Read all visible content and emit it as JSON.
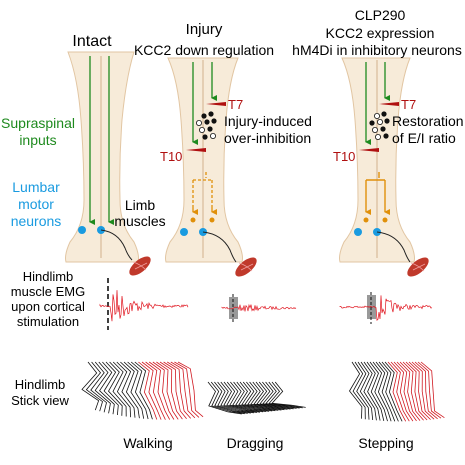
{
  "colors": {
    "cord": "#f7ebd9",
    "cord_edge": "#c9a27a",
    "descending": "#1e8a1e",
    "motor": "#1a9be0",
    "inhibitory": "#e0900a",
    "lesion": "#b01010",
    "muscle": "#c0392b",
    "emg": "#e0141e",
    "stick_dark": "#111111",
    "stick_red": "#d01820"
  },
  "columns": [
    {
      "id": "intact",
      "title_lines": [
        "Intact"
      ],
      "note_lines": [],
      "gait_label": "Walking"
    },
    {
      "id": "injury",
      "title_lines": [
        "Injury",
        "KCC2 down regulation"
      ],
      "note_lines": [
        "Injury-induced",
        "over-inhibition"
      ],
      "gait_label": "Dragging"
    },
    {
      "id": "clp290",
      "title_lines": [
        "CLP290",
        "KCC2 expression",
        "hM4Di in inhibitory neurons"
      ],
      "note_lines": [
        "Restoration",
        "of E/I ratio"
      ],
      "gait_label": "Stepping"
    }
  ],
  "labels": {
    "supraspinal": [
      "Supraspinal",
      "inputs"
    ],
    "lumbar": [
      "Lumbar",
      "motor",
      "neurons"
    ],
    "limb_muscles": [
      "Limb",
      "muscles"
    ],
    "emg_row": [
      "Hindlimb",
      "muscle EMG",
      "upon cortical",
      "stimulation"
    ],
    "stick_row": [
      "Hindlimb",
      "Stick view"
    ],
    "t7": "T7",
    "t10": "T10"
  }
}
